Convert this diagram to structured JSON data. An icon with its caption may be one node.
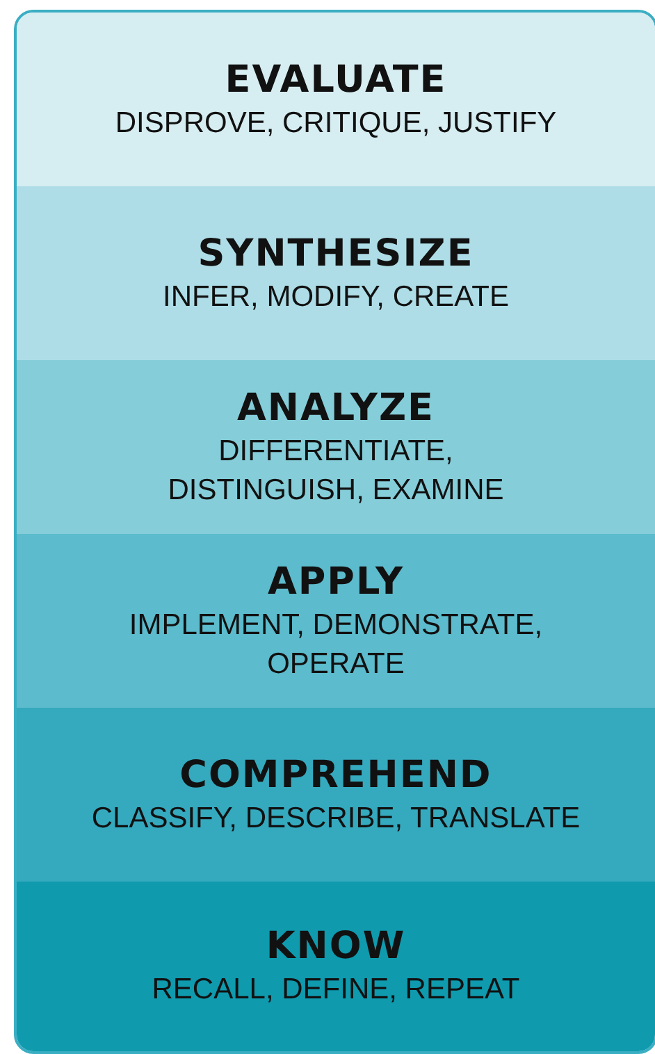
{
  "diagram": {
    "nodes": [
      {
        "text": [
          "EVALUATE",
          "DISPROVE, CRITIQUE, JUSTIFY"
        ]
      },
      {
        "text": [
          "SYNTHESIZE",
          "INFER, MODIFY, CREATE"
        ]
      },
      {
        "text": [
          "ANALYZE",
          "DIFFERENTIATE, DISTINGUISH, EXAMINE"
        ]
      },
      {
        "text": [
          "APPLY",
          "IMPLEMENT, DEMONSTRATE, OPERATE"
        ]
      },
      {
        "text": [
          "COMPREHEND",
          "CLASSIFY, DESCRIBE, TRANSLATE"
        ]
      },
      {
        "text": [
          "KNOW",
          "RECALL, DEFINE, REPEAT"
        ]
      }
    ]
  }
}
